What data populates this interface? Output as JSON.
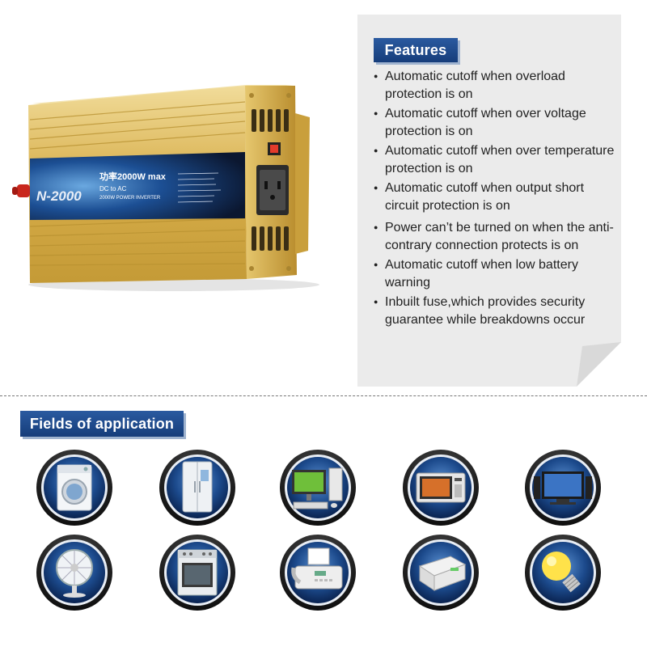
{
  "product": {
    "model_label": "N-2000",
    "power_label": "功率2000W max",
    "type_line1": "DC to AC",
    "type_line2": "2000W POWER INVERTER"
  },
  "features": {
    "title": "Features",
    "items": [
      "Automatic cutoff when overload protection is on",
      "Automatic cutoff when over voltage protection is on",
      "Automatic cutoff when over temperature protection is on",
      "Automatic cutoff when output short circuit protection is on",
      "Power can’t be turned on when the anti-contrary connection protects is on",
      "Automatic cutoff when low battery warning",
      "Inbuilt fuse,which provides security guarantee while breakdowns occur"
    ]
  },
  "applications": {
    "title": "Fields of application",
    "icons": [
      "washing-machine-icon",
      "refrigerator-icon",
      "computer-icon",
      "microwave-icon",
      "tv-icon",
      "fan-icon",
      "oven-icon",
      "fax-machine-icon",
      "printer-icon",
      "light-bulb-icon"
    ]
  },
  "colors": {
    "badge_blue": "#1f4c8f",
    "panel_gray": "#ebebeb",
    "icon_ring": "#0d2f5e",
    "gold": "#d8b24a"
  }
}
